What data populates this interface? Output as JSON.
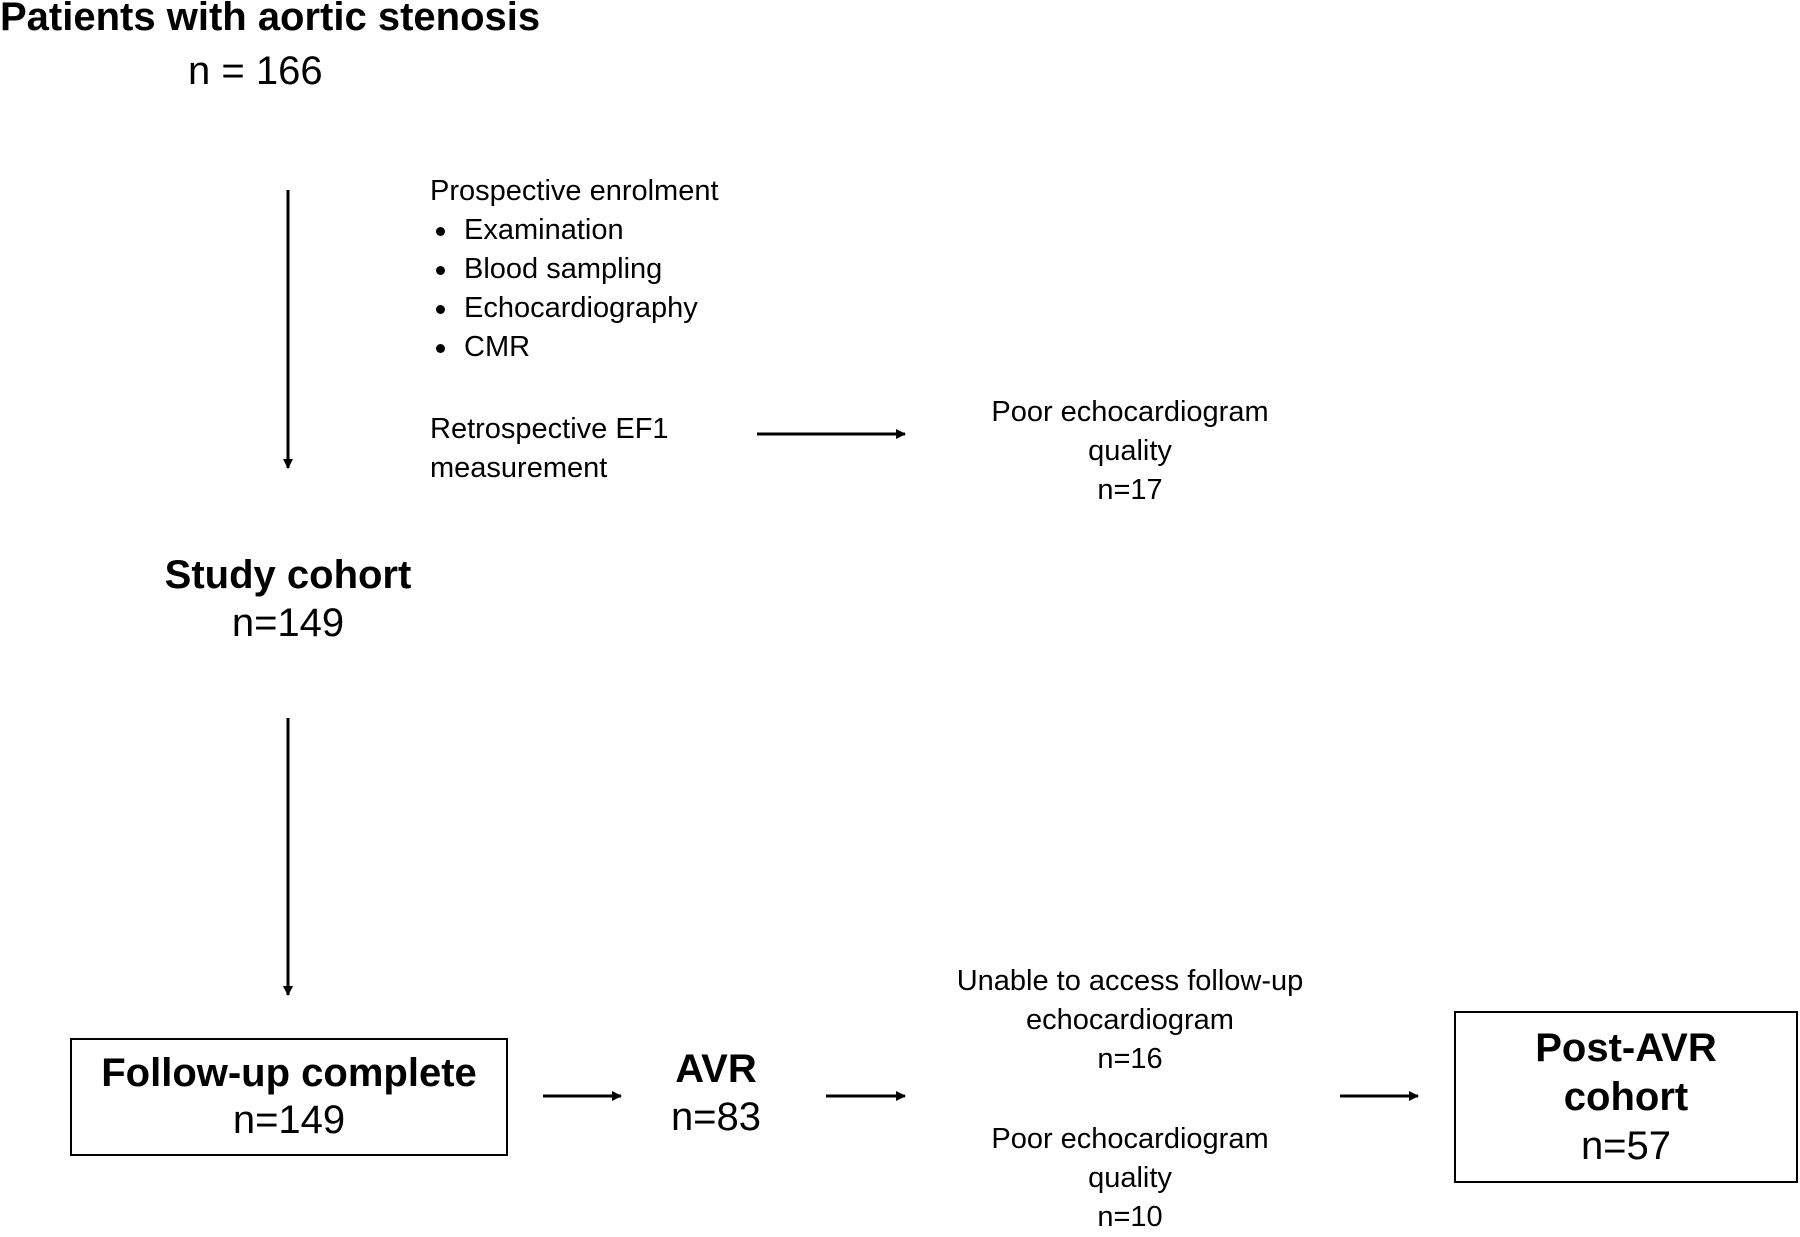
{
  "top": {
    "title": "Patients with aortic stenosis",
    "count": "n = 166"
  },
  "enrolment": {
    "heading": "Prospective enrolment",
    "items": [
      "Examination",
      "Blood sampling",
      "Echocardiography",
      "CMR"
    ]
  },
  "retrospective": {
    "line1": "Retrospective EF1",
    "line2": "measurement"
  },
  "exclusion_1": {
    "line1": "Poor echocardiogram",
    "line2": "quality",
    "count": "n=17"
  },
  "study_cohort": {
    "title": "Study cohort",
    "count": "n=149"
  },
  "followup": {
    "title": "Follow-up complete",
    "count": "n=149"
  },
  "avr": {
    "title": "AVR",
    "count": "n=83"
  },
  "exclusion_2": {
    "unable_line1": "Unable to access follow-up",
    "unable_line2": "echocardiogram",
    "unable_count": "n=16",
    "poor_line1": "Poor echocardiogram",
    "poor_line2": "quality",
    "poor_count": "n=10"
  },
  "post_avr": {
    "line1": "Post-AVR",
    "line2": "cohort",
    "count": "n=57"
  }
}
